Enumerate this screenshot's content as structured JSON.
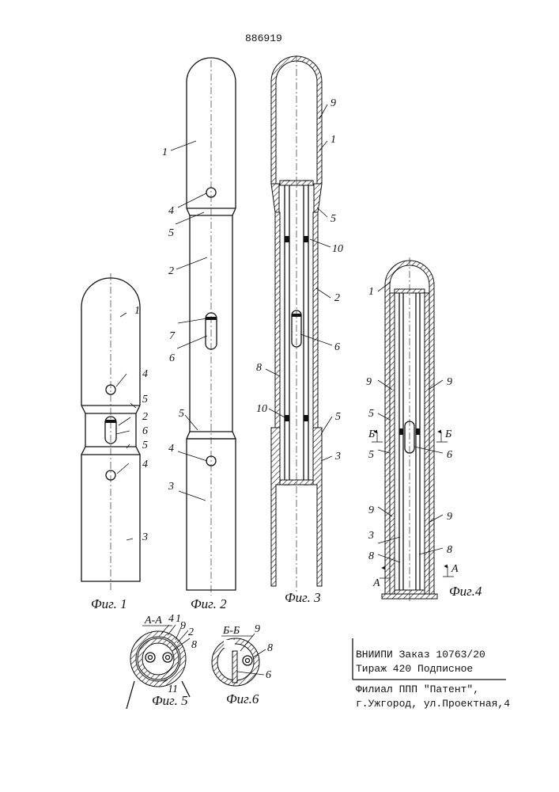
{
  "patent_number": "886919",
  "labels": {
    "n1": "1",
    "n2": "2",
    "n3": "3",
    "n4": "4",
    "n5": "5",
    "n6": "6",
    "n7": "7",
    "n8": "8",
    "n9": "9",
    "n10": "10",
    "n11": "11",
    "arrow_b": "Б",
    "arrow_a": "A"
  },
  "figures": {
    "fig1": "Фиг. 1",
    "fig2": "Фиг. 2",
    "fig3": "Фиг. 3",
    "fig4": "Фиг.4",
    "fig5": "Фиг. 5",
    "fig6": "Фиг.6",
    "section_aa": "A-A",
    "section_bb": "Б-Б"
  },
  "imprint": {
    "line1": "ВНИИПИ Заказ 10763/20",
    "line2": "Тираж 420 Подписное",
    "line3": "Филиал ППП \"Патент\",",
    "line4": "г.Ужгород, ул.Проектная,4"
  }
}
